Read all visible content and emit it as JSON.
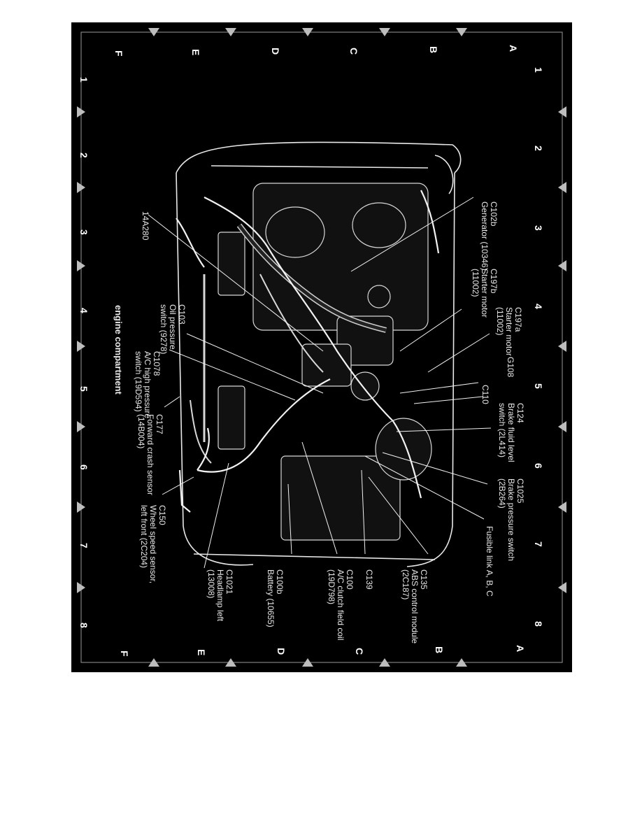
{
  "grid": {
    "numbers": [
      "1",
      "2",
      "3",
      "4",
      "5",
      "6",
      "7",
      "8"
    ],
    "letters": [
      "A",
      "B",
      "C",
      "D",
      "E",
      "F"
    ]
  },
  "caption": "engine compartment",
  "callouts": {
    "c102b": [
      "C102b",
      "Generator (10346)"
    ],
    "c197a": [
      "C197a",
      "Starter motor",
      "(11002)"
    ],
    "c197b": [
      "C197b",
      "Starter motor",
      "(11002)"
    ],
    "c103": [
      "C103",
      "Oil pressure",
      "switch (9278)"
    ],
    "g108": [
      "G108"
    ],
    "c110": [
      "C110"
    ],
    "c124": [
      "C124",
      "Brake fluid level",
      "switch (2L414)"
    ],
    "c1025": [
      "C1025",
      "Brake pressure switch",
      "(2B264)"
    ],
    "fusible": [
      "Fusible link A, B, C"
    ],
    "c135": [
      "C135",
      "ABS control module",
      "(2C187)"
    ],
    "c139": [
      "C139"
    ],
    "c100": [
      "C100",
      "A/C clutch field coil",
      "(19D798)"
    ],
    "c100b": [
      "C100b",
      "Battery (10655)"
    ],
    "c1021": [
      "C1021",
      "Headlamp left",
      "(13008)"
    ],
    "c150": [
      "C150",
      "Wheel speed sensor,",
      "left front (2C204)"
    ],
    "c177": [
      "C177",
      "Forward crash sensor",
      "(14B004)"
    ],
    "c1078": [
      "C1078",
      "A/C high pressure",
      "switch (19D594)"
    ],
    "p14a280": [
      "14A280"
    ]
  },
  "colors": {
    "background": "#000000",
    "lines": "#e8e8e8",
    "page": "#ffffff"
  }
}
